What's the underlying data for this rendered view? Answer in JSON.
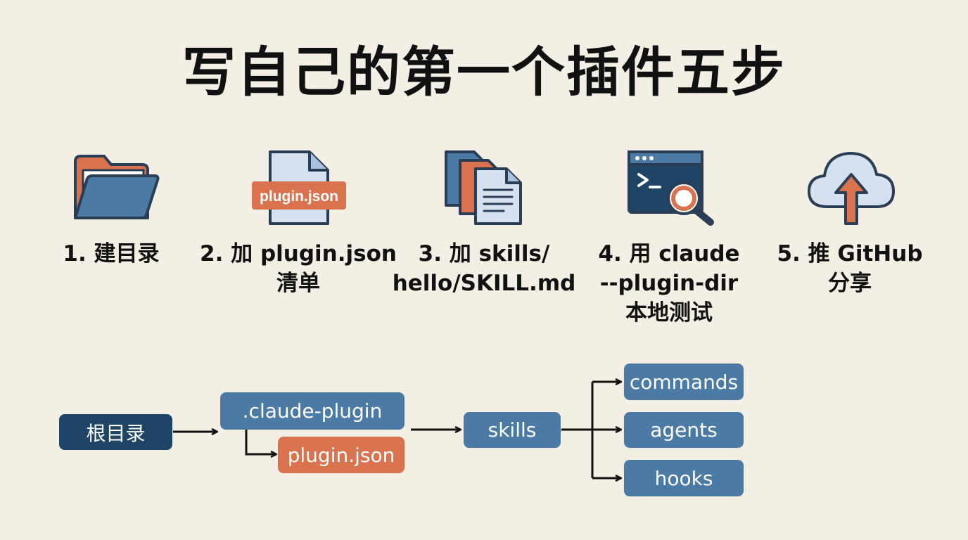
{
  "title": "写自己的第一个插件五步",
  "steps": [
    {
      "icon": "folder-icon",
      "lines": [
        "1. 建目录"
      ]
    },
    {
      "icon": "json-file-icon",
      "badge": "plugin.json",
      "lines": [
        "2. 加 plugin.json",
        "清单"
      ]
    },
    {
      "icon": "documents-icon",
      "lines": [
        "3. 加 skills/",
        "hello/SKILL.md"
      ]
    },
    {
      "icon": "terminal-search-icon",
      "lines": [
        "4. 用 claude",
        "--plugin-dir",
        "本地测试"
      ]
    },
    {
      "icon": "cloud-upload-icon",
      "lines": [
        "5. 推 GitHub",
        "分享"
      ]
    }
  ],
  "tree": {
    "root": "根目录",
    "claude_plugin": ".claude-plugin",
    "plugin_json": "plugin.json",
    "skills": "skills",
    "commands": "commands",
    "agents": "agents",
    "hooks": "hooks"
  },
  "colors": {
    "background": "#f3efe4",
    "dark_blue": "#1f4566",
    "blue": "#4b7aa5",
    "orange": "#d9734f"
  }
}
